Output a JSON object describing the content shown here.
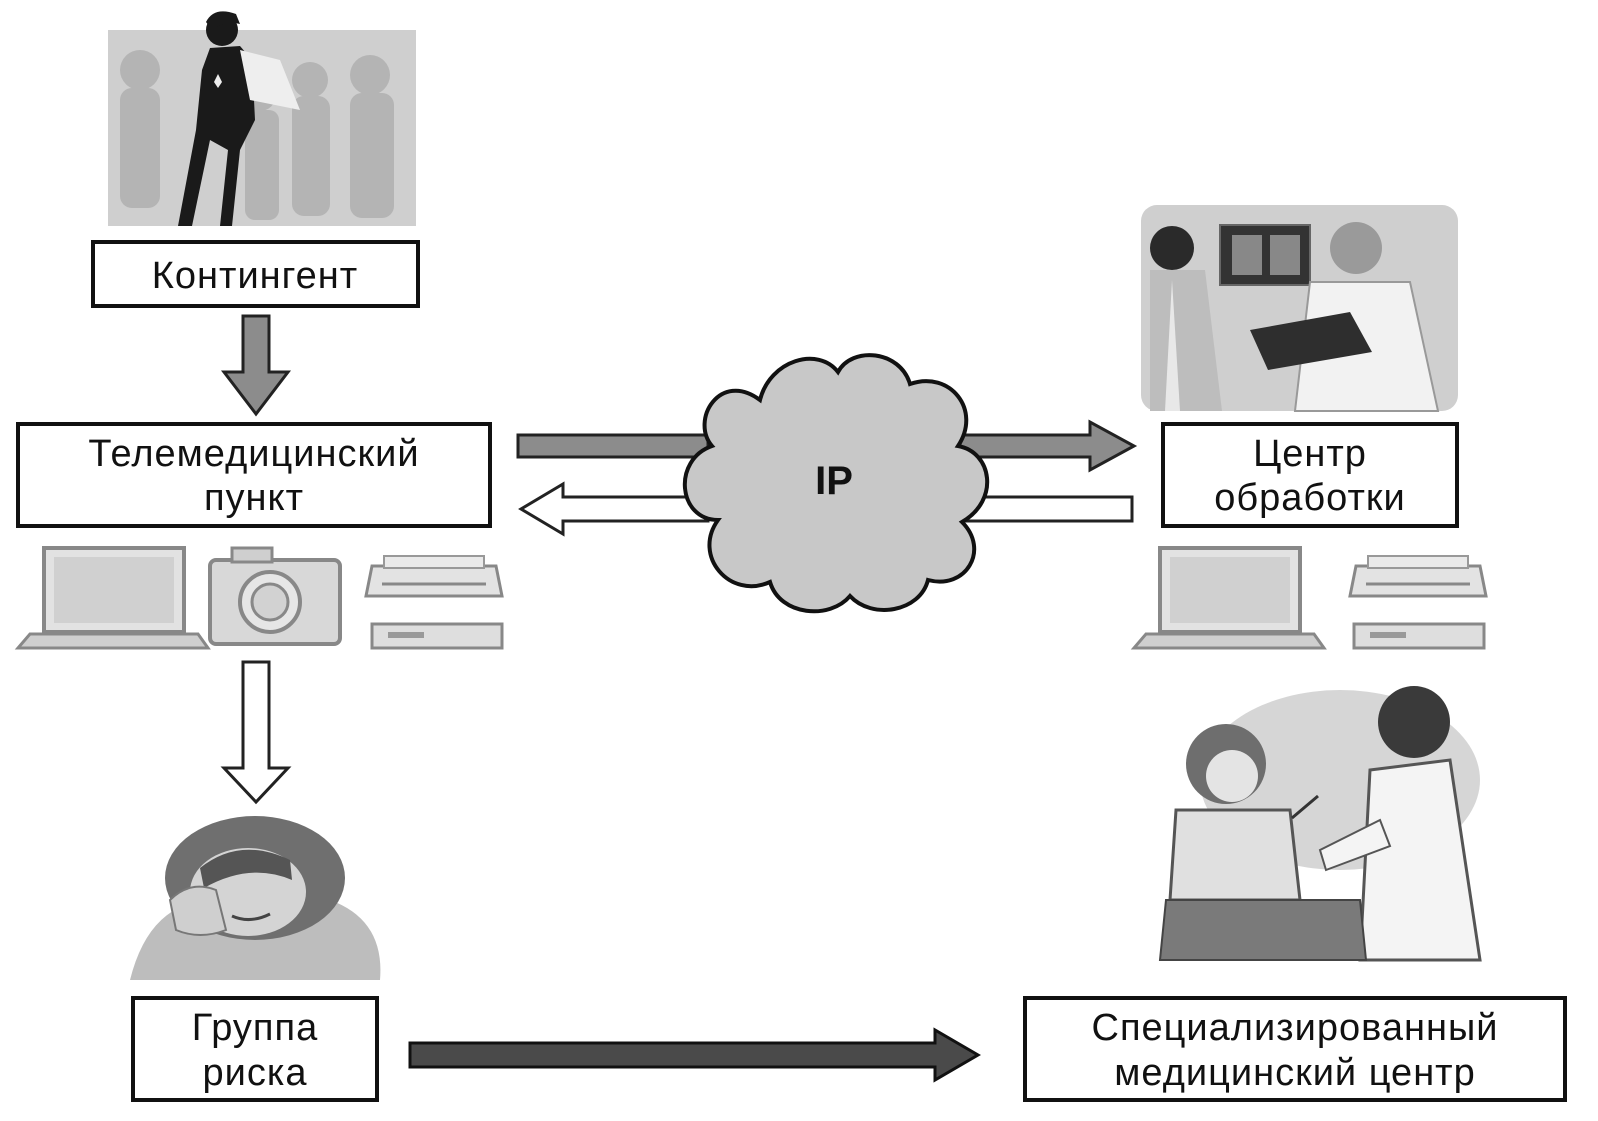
{
  "nodes": {
    "contingent": {
      "lines": [
        "Контингент"
      ]
    },
    "telemedicine_point": {
      "lines": [
        "Телемедицинский",
        "пункт"
      ]
    },
    "processing_center": {
      "lines": [
        "Центр",
        "обработки"
      ]
    },
    "risk_group": {
      "lines": [
        "Группа",
        "риска"
      ]
    },
    "specialized_center": {
      "lines": [
        "Специализированный",
        "медицинский центр"
      ]
    }
  },
  "cloud": {
    "label": "IP"
  },
  "colors": {
    "box_border": "#111111",
    "arrow_gray": "#8c8c8c",
    "arrow_dark": "#4a4a4a",
    "cloud_fill": "#c8c8c8",
    "photo_bg": "#cfcfcf"
  },
  "illustrations": [
    "walking-woman-crowd-illustration",
    "doctors-reviewing-xray-illustration",
    "laptop-icon",
    "camera-icon",
    "printer-icon",
    "worried-woman-illustration",
    "doctor-vaccinating-child-illustration"
  ]
}
